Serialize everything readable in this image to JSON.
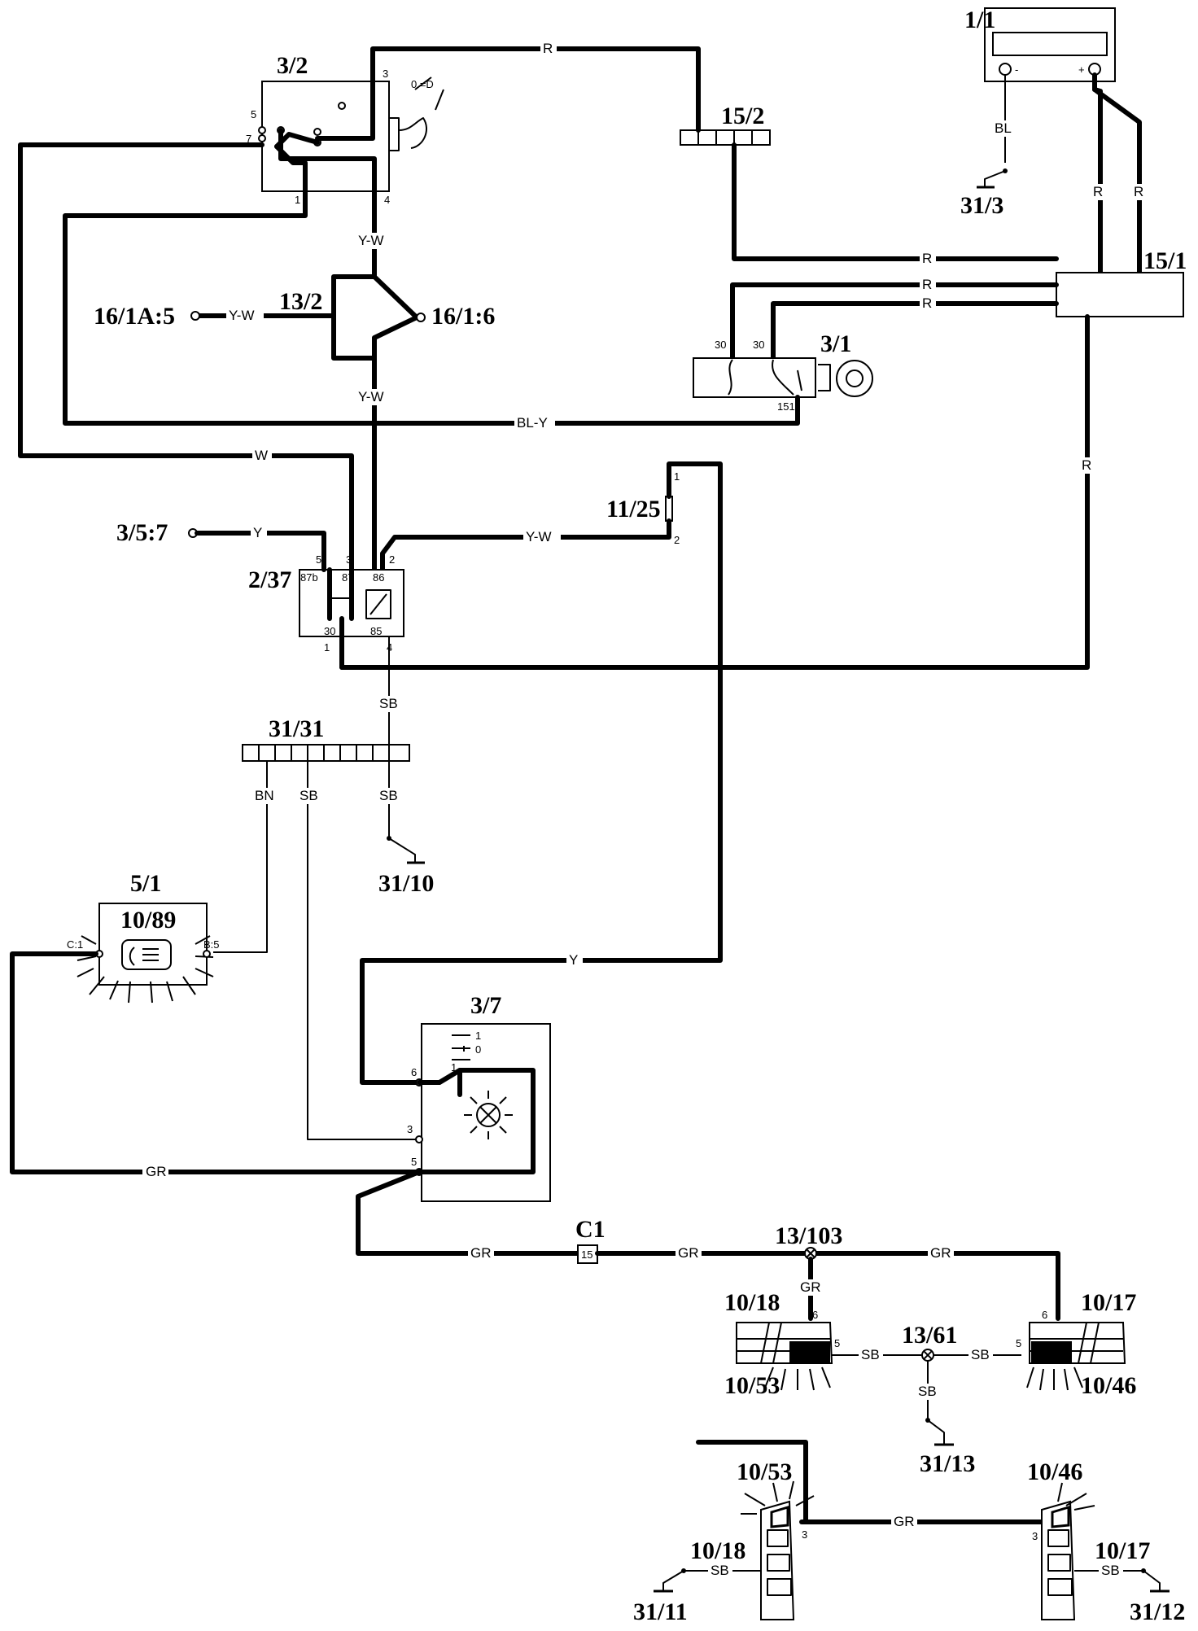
{
  "components": {
    "battery": "1/1",
    "headlight_switch": "3/2",
    "fuse_box_15_2": "15/2",
    "fuse_box_15_1": "15/1",
    "ignition_switch": "3/1",
    "ground_31_3": "31/3",
    "connector_13_2": "13/2",
    "conn_16_1a_5": "16/1A:5",
    "conn_16_1_6": "16/1:6",
    "fuse_11_25": "11/25",
    "conn_3_5_7": "3/5:7",
    "relay_2_37": "2/37",
    "ground_block_31_31": "31/31",
    "ground_31_10": "31/10",
    "control_module_5_1": "5/1",
    "indicator_10_89": "10/89",
    "switch_3_7": "3/7",
    "connector_c1": "C1",
    "c1_pin": "15",
    "splice_13_103": "13/103",
    "lamp_10_18": "10/18",
    "lamp_10_17": "10/17",
    "splice_13_61": "13/61",
    "lamp_10_53": "10/53",
    "lamp_10_46": "10/46",
    "ground_31_13": "31/13",
    "ground_31_11": "31/11",
    "ground_31_12": "31/12"
  },
  "wire_colors": {
    "red": "R",
    "blue": "BL",
    "yellow_white": "Y-W",
    "blue_yellow": "BL-Y",
    "white": "W",
    "yellow": "Y",
    "black": "SB",
    "brown": "BN",
    "grey": "GR"
  },
  "pins": {
    "p1": "1",
    "p2": "2",
    "p3": "3",
    "p4": "4",
    "p5": "5",
    "p6": "6",
    "p7": "7",
    "p0": "0",
    "p15": "15",
    "p30": "30",
    "p85": "85",
    "p86": "86",
    "p87": "87",
    "p87b": "87b",
    "p151": "151",
    "c1_pin": "C:1",
    "b5_pin": "B:5",
    "batt_minus": "-",
    "batt_plus": "+"
  }
}
